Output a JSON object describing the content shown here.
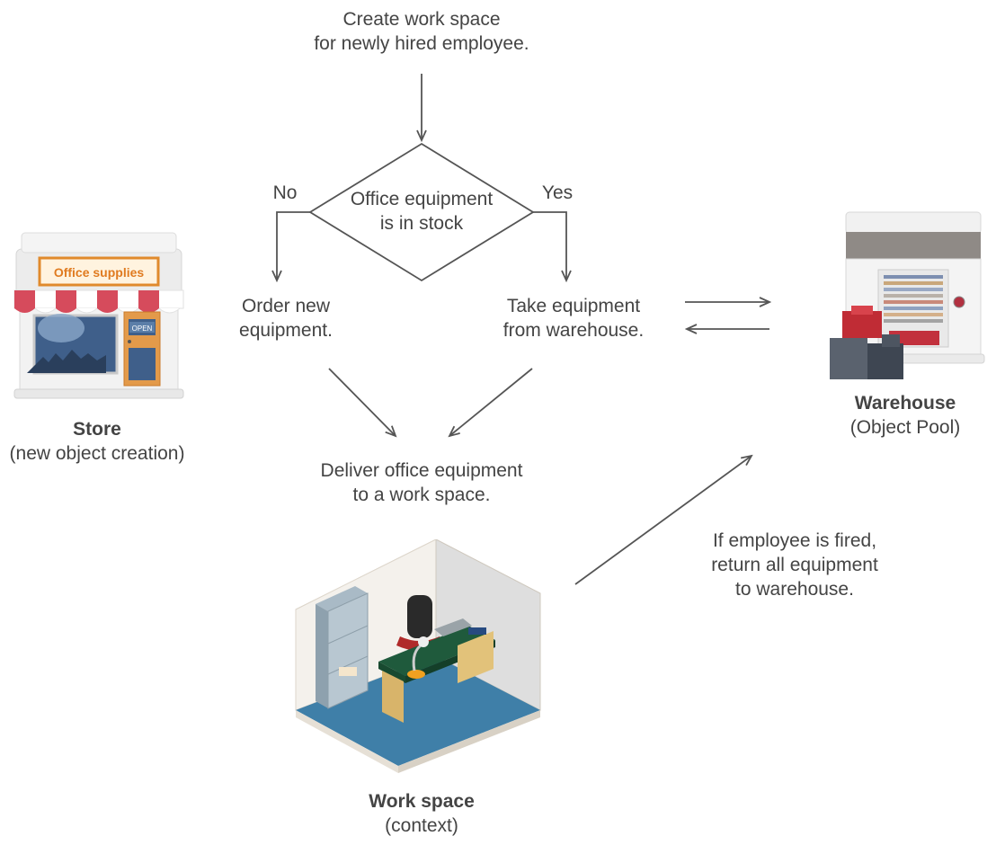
{
  "top_text": [
    "Create work space",
    "for newly hired employee."
  ],
  "decision": [
    "Office equipment",
    "is in stock"
  ],
  "branch_no": "No",
  "branch_yes": "Yes",
  "order_text": [
    "Order new",
    "equipment."
  ],
  "take_text": [
    "Take equipment",
    "from warehouse."
  ],
  "deliver_text": [
    "Deliver office equipment",
    "to a work space."
  ],
  "fired_text": [
    "If employee is fired,",
    "return all equipment",
    "to warehouse."
  ],
  "store": {
    "title": "Store",
    "subtitle": "(new object creation)",
    "sign": "Office supplies",
    "door_sign": "OPEN"
  },
  "warehouse": {
    "title": "Warehouse",
    "subtitle": "(Object Pool)"
  },
  "workspace": {
    "title": "Work space",
    "subtitle": "(context)"
  }
}
